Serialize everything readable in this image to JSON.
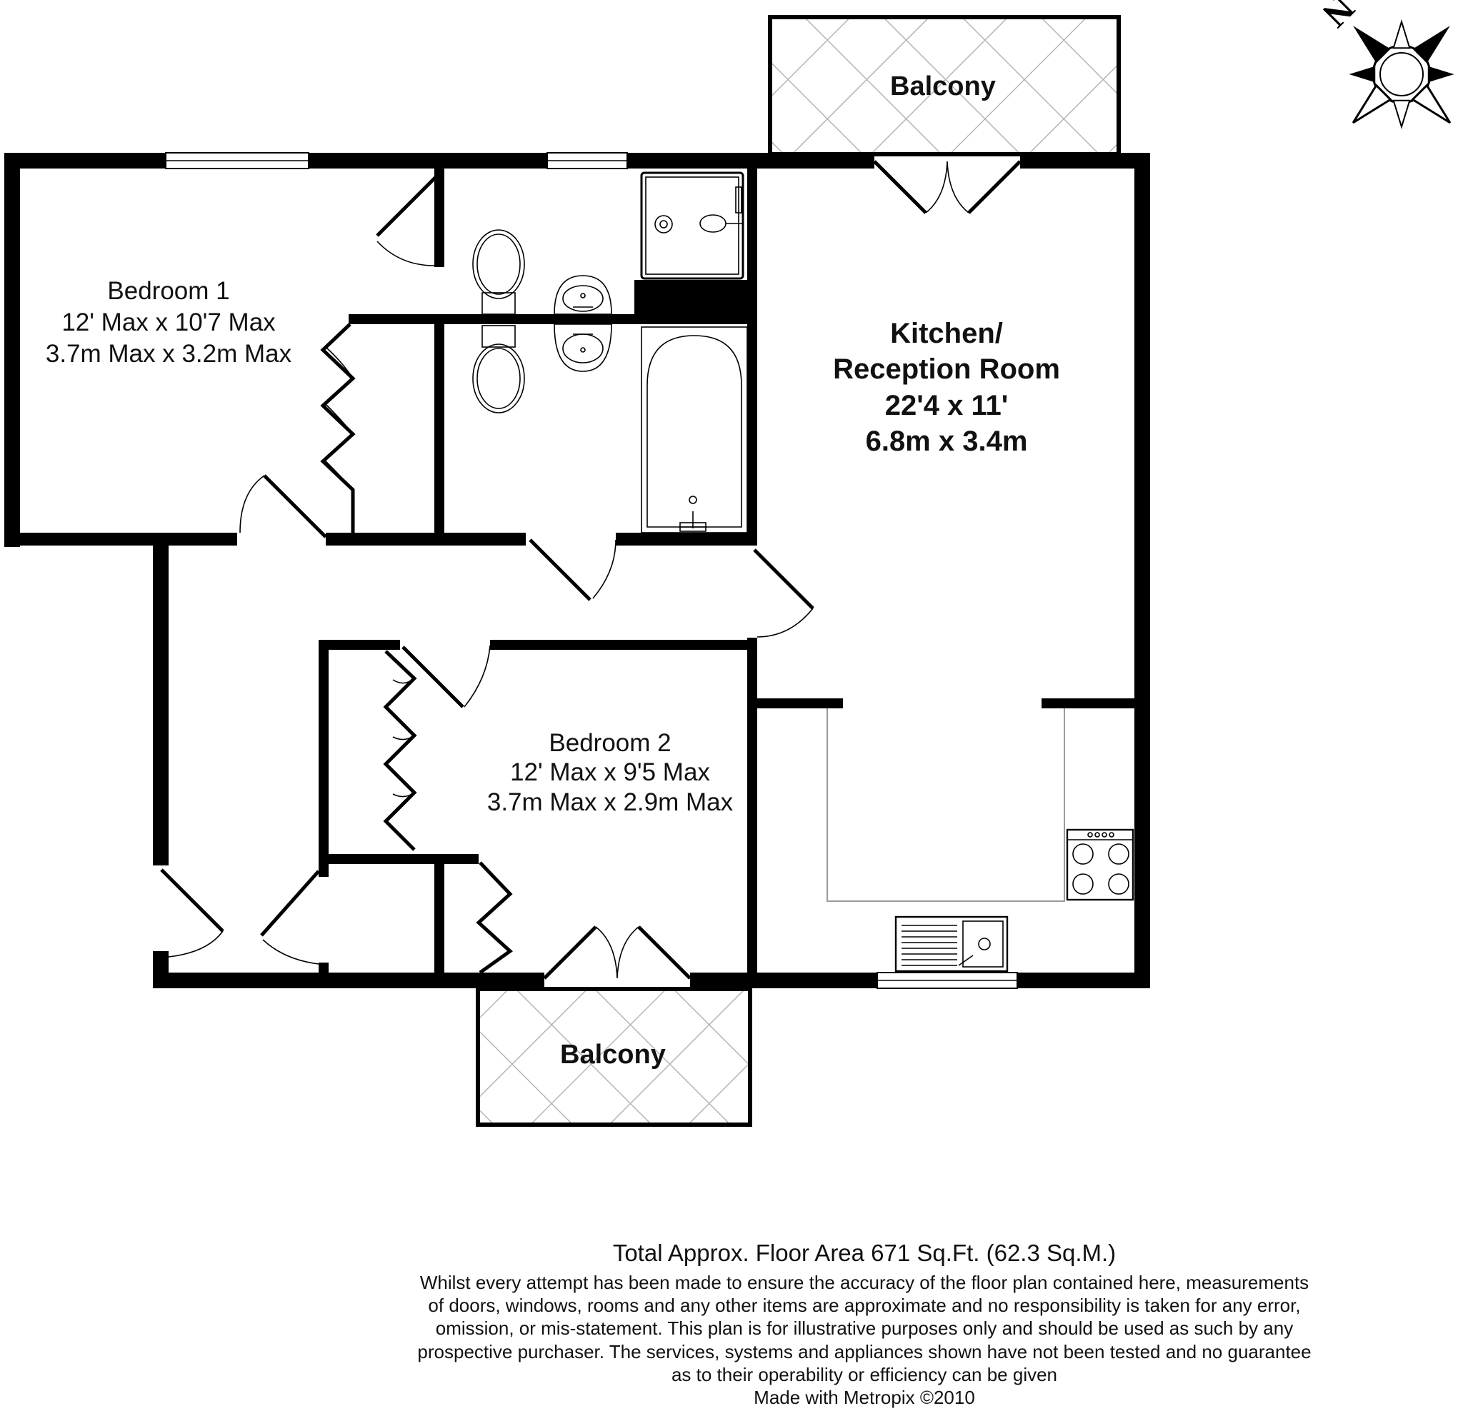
{
  "rooms": {
    "bedroom1": {
      "name": "Bedroom 1",
      "imperial": "12' Max x 10'7 Max",
      "metric": "3.7m Max x 3.2m Max"
    },
    "kitchen": {
      "name_line1": "Kitchen/",
      "name_line2": "Reception Room",
      "imperial": "22'4 x 11'",
      "metric": "6.8m x 3.4m"
    },
    "bedroom2": {
      "name": "Bedroom 2",
      "imperial": "12' Max x 9'5 Max",
      "metric": "3.7m Max x 2.9m Max"
    },
    "balcony_top": "Balcony",
    "balcony_bottom": "Balcony"
  },
  "compass": {
    "north_label": "N"
  },
  "footer": {
    "total_area": "Total Approx. Floor Area 671 Sq.Ft. (62.3 Sq.M.)",
    "disclaimer_lines": [
      "Whilst every attempt has been made to ensure the accuracy of the floor plan contained here, measurements",
      "of doors, windows, rooms and any other items are approximate and no responsibility is taken for any error,",
      "omission, or mis-statement. This plan is for illustrative purposes only and should be used as such by any",
      "prospective purchaser. The services, systems and appliances shown have not been tested and no guarantee",
      "as to their operability or efficiency can be given"
    ],
    "credit": "Made with Metropix ©2010"
  }
}
